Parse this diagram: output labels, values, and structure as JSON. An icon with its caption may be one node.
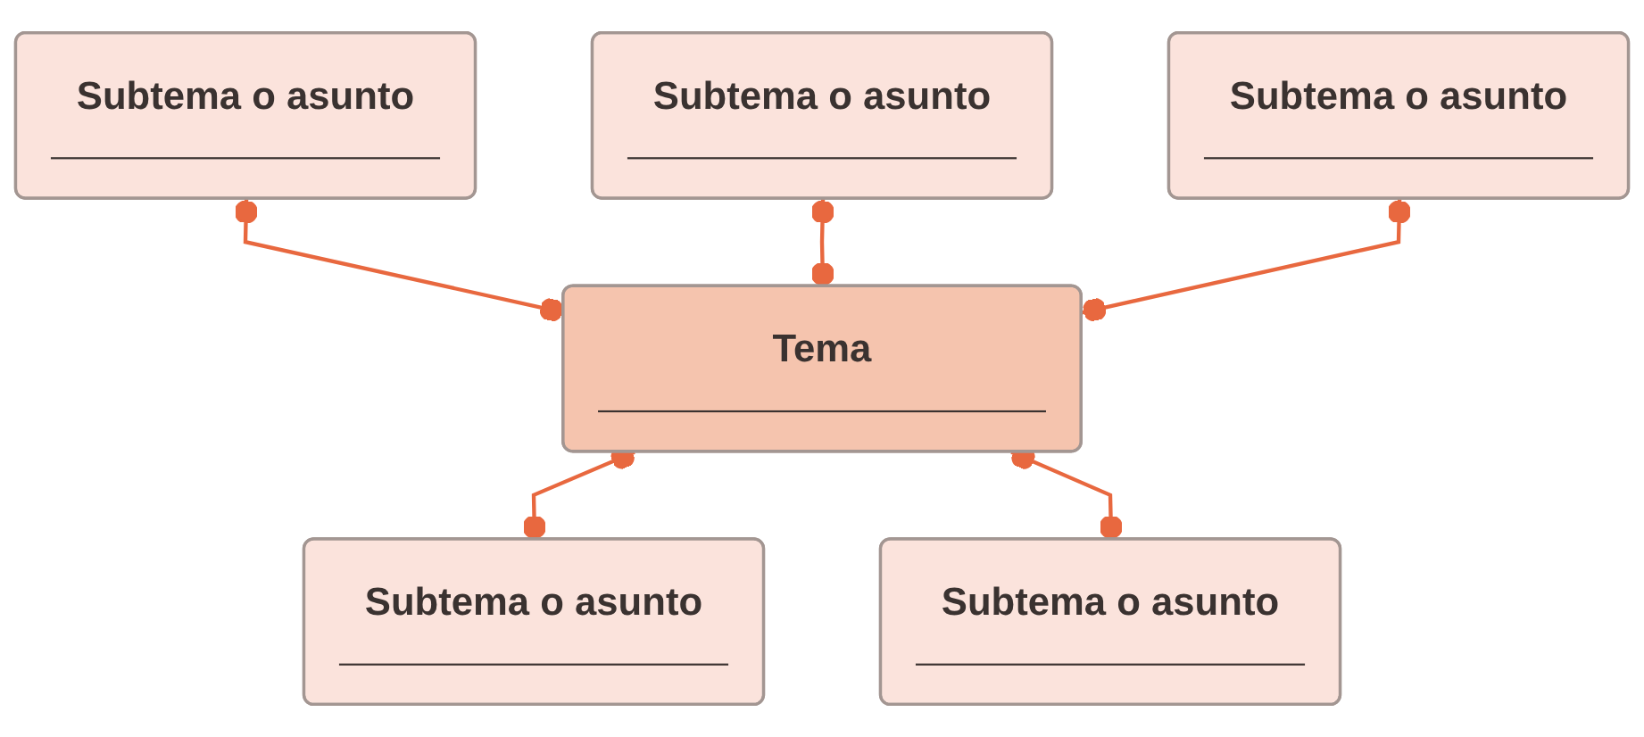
{
  "diagram": {
    "nodes": [
      {
        "text": [
          "Subtema o asunto"
        ]
      },
      {
        "text": [
          "Subtema o asunto"
        ]
      },
      {
        "text": [
          "Subtema o asunto"
        ]
      },
      {
        "text": [
          "Tema"
        ]
      },
      {
        "text": [
          "Subtema o asunto"
        ]
      },
      {
        "text": [
          "Subtema o asunto"
        ]
      }
    ],
    "edges": [
      {
        "from": 0,
        "to": 3,
        "arrow": "other"
      },
      {
        "from": 1,
        "to": 3,
        "arrow": "other"
      },
      {
        "from": 2,
        "to": 3,
        "arrow": "other"
      },
      {
        "from": 3,
        "to": 4,
        "arrow": "other"
      },
      {
        "from": 3,
        "to": 5,
        "arrow": "other"
      }
    ]
  }
}
